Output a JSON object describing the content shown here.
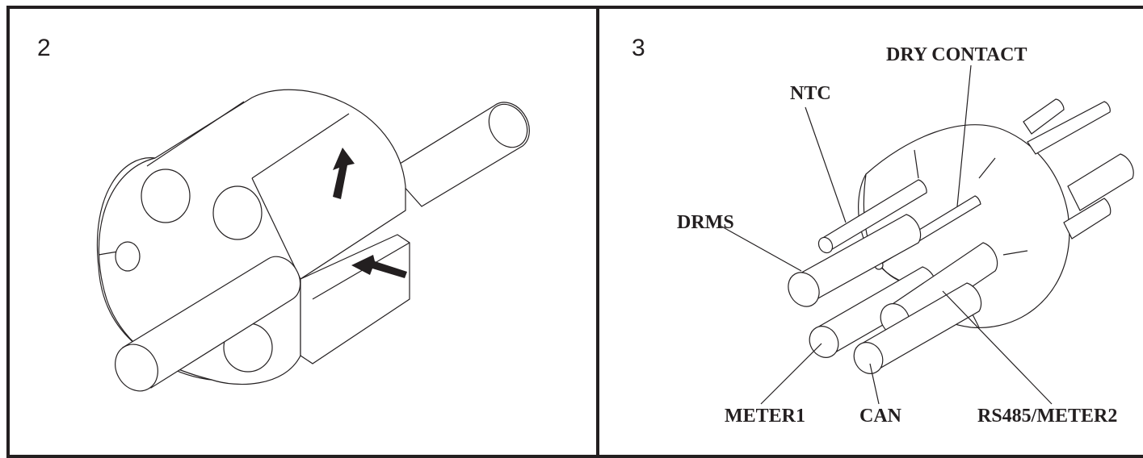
{
  "panels": [
    {
      "step": "2"
    },
    {
      "step": "3"
    }
  ],
  "labels": {
    "dry_contact": "DRY CONTACT",
    "ntc": "NTC",
    "drms": "DRMS",
    "meter1": "METER1",
    "can": "CAN",
    "rs485_meter2": "RS485/METER2"
  },
  "colors": {
    "line": "#231f20",
    "arrow": "#231f20",
    "background": "#ffffff"
  }
}
